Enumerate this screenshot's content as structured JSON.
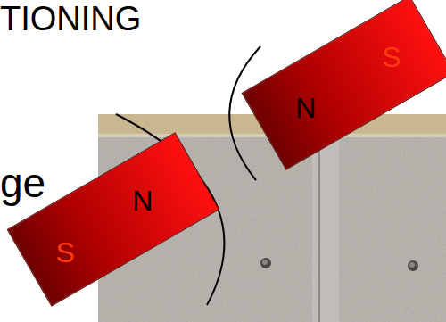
{
  "diagram": {
    "title": "TIONING",
    "nodes": [
      {
        "text": [
          "N",
          "S"
        ]
      },
      {
        "text": [
          "S",
          "N"
        ]
      }
    ],
    "labels": [
      "ge"
    ]
  }
}
